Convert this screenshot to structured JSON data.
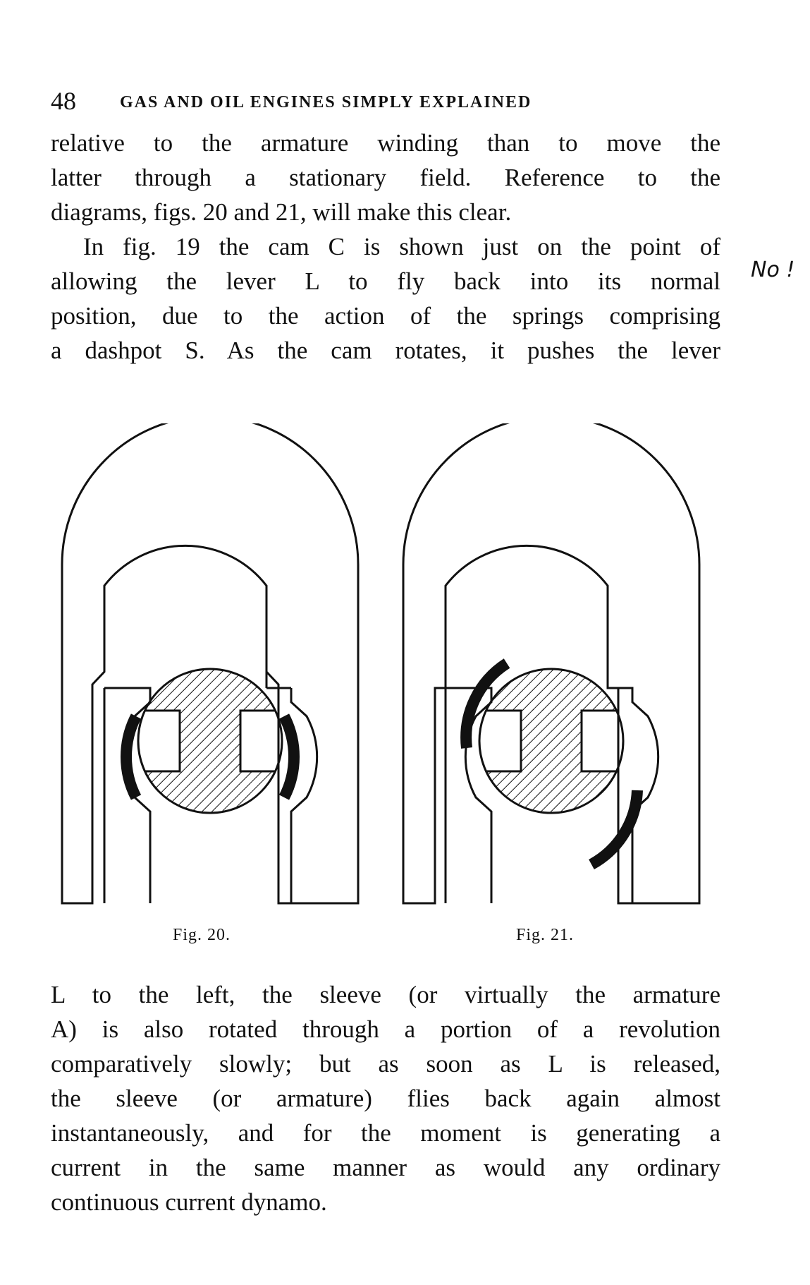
{
  "header": {
    "page_number": "48",
    "running_title": "GAS AND OIL ENGINES SIMPLY EXPLAINED"
  },
  "paragraph1": {
    "lines": [
      "relative to the armature winding than to move the",
      "latter through a stationary field.  Reference to the",
      "diagrams, figs. 20 and 21, will make this clear."
    ]
  },
  "paragraph2": {
    "lines": [
      "In fig. 19 the cam C is shown just on the point of",
      "allowing the lever L to fly back into its normal",
      "position, due to the action of the springs comprising",
      "a dashpot S.  As the cam rotates, it pushes the lever"
    ]
  },
  "margin_note": "No !",
  "figures": [
    {
      "caption": "Fig. 20."
    },
    {
      "caption": "Fig. 21."
    }
  ],
  "paragraph3": {
    "lines": [
      "L to the left, the sleeve (or virtually the armature",
      "A) is also rotated through a portion of a revolution",
      "comparatively slowly; but as soon as L is released,",
      "the sleeve (or armature) flies back again almost",
      "instantaneously, and for the moment is generating a",
      "current in the same manner as would any ordinary",
      "continuous current dynamo."
    ]
  }
}
